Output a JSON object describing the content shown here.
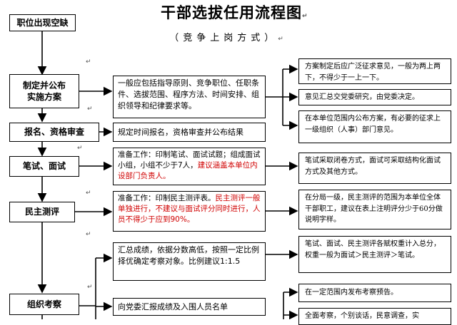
{
  "title": "干部选拔任用流程图",
  "subtitle": "（竞争上岗方式）",
  "stages": {
    "vacancy": "职位出现空缺",
    "plan": "制定并公布实施方案",
    "signup": "报名、资格审查",
    "exam": "笔试、面试",
    "evaluation": "民主测评",
    "inspection": "组织考察"
  },
  "details": {
    "plan": "一般应包括指导原则、竞争职位、任职条件、选拔范围、程序方法、时间安排、组织领导和纪律要求等。",
    "signup": "规定时间报名，资格审查并公布结果",
    "exam_normal": "准备工作：印制笔试、面试试题；组成面试小组，小组不少于7人，",
    "exam_red": "建议涵盖本单位内设部门负责人。",
    "evaluation_normal": "准备工作：印制民主测评表。",
    "evaluation_red": "民主测评一般单独进行，不建议与面试评分同时进行，人员不得少于应到90%。",
    "summary": "汇总成绩，依据分数高低，按照一定比例择优确定考察对象。比例建议1:1.5",
    "report": "向党委汇报成绩及入围人员名单"
  },
  "notes": {
    "plan_1": "方案制定后应广泛征求意见，一般为两上两下，不得少于一上一下。",
    "plan_2": "意见汇总交党委研究，由党委决定。",
    "plan_3": "在本单位范围内公布方案，有必要的征求上一级组织（人事）部门意见。",
    "exam": "笔试采取闭卷方式，面试可采取结构化面试方式及其他方式。",
    "evaluation": "在分局一级，民主测评的范围为本单位全体干部职工，建议在表上注明评分少于60分做说明字样。",
    "weight": "笔试、面试、民主测评各赋权重计入总分，权重一般为面试＞民主测评＞笔试。",
    "publish": "在一定范围内发布考察预告。",
    "cut": "全面考察，个别谈话，民意调查，实"
  },
  "marks": {
    "enter": "↵"
  }
}
